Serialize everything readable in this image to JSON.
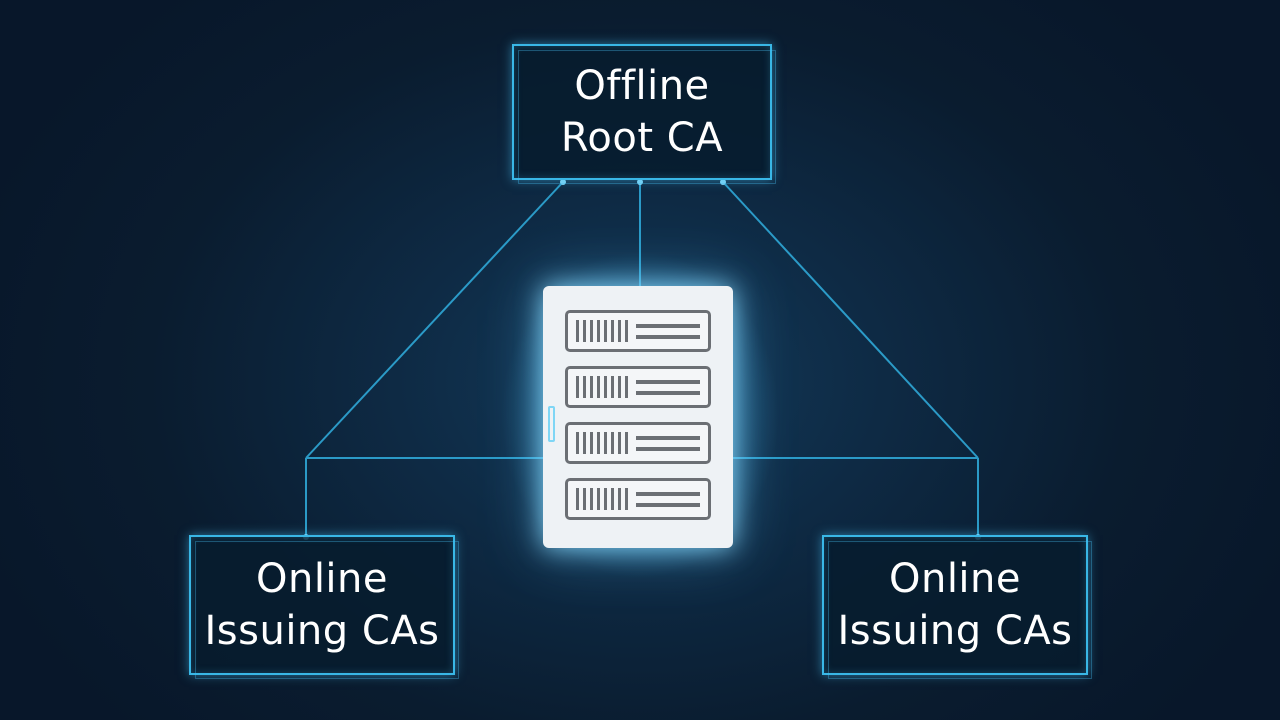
{
  "nodes": {
    "root": {
      "line1": "Offline",
      "line2": "Root CA"
    },
    "left": {
      "line1": "Online",
      "line2": "Issuing CAs"
    },
    "right": {
      "line1": "Online",
      "line2": "Issuing CAs"
    }
  },
  "center": {
    "icon": "server-rack-icon",
    "bays": 4
  },
  "colors": {
    "background": "#0e2a44",
    "accent": "#39b7e6",
    "box_text": "#ffffff",
    "server_body": "#eef2f5",
    "server_detail": "#6b6f74"
  }
}
